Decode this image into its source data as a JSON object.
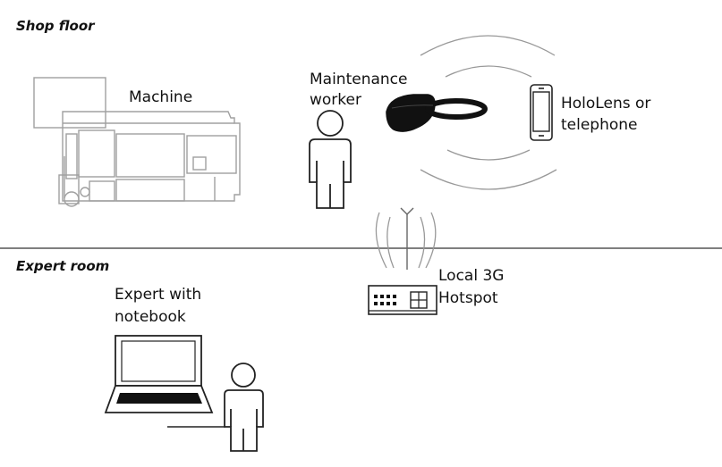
{
  "sections": {
    "top": "Shop floor",
    "bottom": "Expert room"
  },
  "labels": {
    "machine": "Machine",
    "maintenance_line1": "Maintenance",
    "maintenance_line2": "worker",
    "hololens_line1": "HoloLens or",
    "hololens_line2": "telephone",
    "hotspot_line1": "Local 3G",
    "hotspot_line2": "Hotspot",
    "expert_line1": "Expert with",
    "expert_line2": "notebook"
  }
}
